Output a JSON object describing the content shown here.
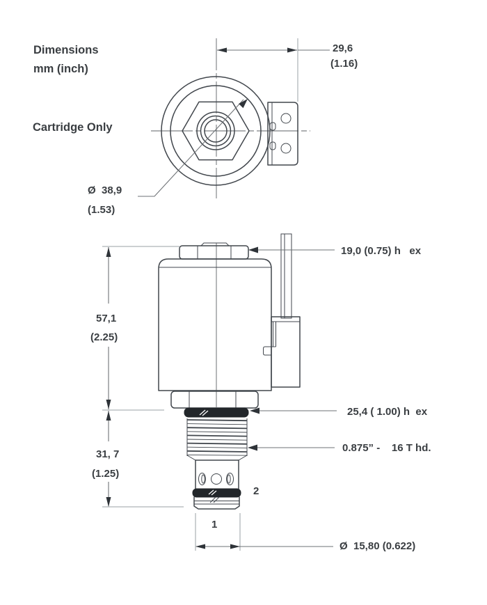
{
  "header": {
    "title": "Dimensions",
    "units": "mm (inch)",
    "view_label": "Cartridge Only"
  },
  "top_view": {
    "bracket_offset": {
      "mm": "29,6",
      "inch": "(1.16)"
    },
    "coil_diameter": {
      "mm": "Ø  38,9",
      "inch": "(1.53)"
    }
  },
  "side_view": {
    "coil_height": {
      "mm": "57,1",
      "inch": "(2.25)"
    },
    "cartridge_length": {
      "mm": "31, 7",
      "inch": "(1.25)"
    },
    "coil_nut_label": "19,0 (0.75) h   ex",
    "locating_hex_label": "25,4 ( 1.00) h  ex",
    "thread_label": "0.875” -    16 T hd.",
    "nose_diameter_label": "Ø  15,80 (0.622)",
    "port2_label": "2",
    "port1_label": "1"
  },
  "colors": {
    "accent_blue": "#2f86c0",
    "line_dark": "#41464c",
    "dim_gray": "#6e7276",
    "oring_black": "#22262a"
  }
}
